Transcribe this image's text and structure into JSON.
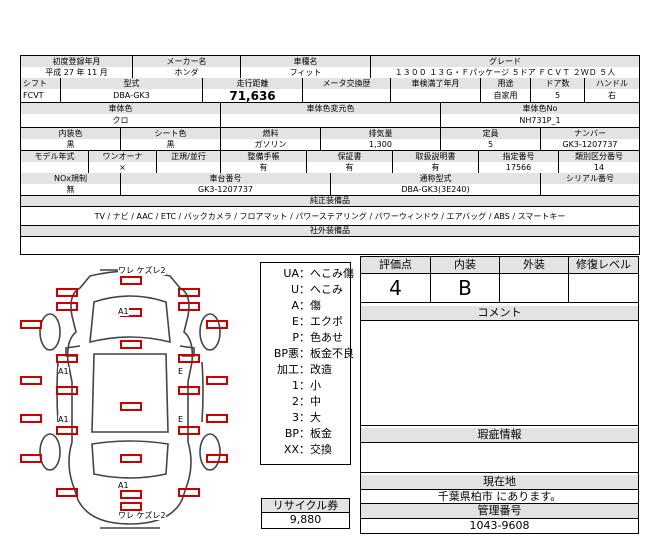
{
  "sheet": {
    "row1": {
      "labels": [
        "初度登録年月",
        "メーカー名",
        "車種名",
        "グレード"
      ],
      "values": [
        "平成 27 年 11 月",
        "ホンダ",
        "フィット",
        "１３００ １３Ｇ・Ｆパッケージ ５ドア ＦＣＶＴ ２ＷＤ ５人"
      ]
    },
    "row2": {
      "labels": [
        "シフト",
        "型式",
        "走行距離",
        "メータ交換歴",
        "車検満了年月",
        "用途",
        "ドア数",
        "ハンドル"
      ],
      "values": [
        "FCVT",
        "DBA-GK3",
        "71,636",
        "",
        "",
        "自家用",
        "5",
        "右"
      ]
    },
    "row3": {
      "labels": [
        "車体色",
        "車体色変元色",
        "車体色No"
      ],
      "values": [
        "クロ",
        "",
        "NH731P_1"
      ]
    },
    "row4": {
      "labels": [
        "内装色",
        "シート色",
        "燃料",
        "排気量",
        "定員",
        "ナンバー"
      ],
      "values": [
        "黒",
        "黒",
        "ガソリン",
        "1,300",
        "5",
        "GK3-1207737"
      ]
    },
    "row5": {
      "labels": [
        "モデル年式",
        "ワンオーナ",
        "正規/並行",
        "整備手帳",
        "保証書",
        "取扱説明書",
        "指定番号",
        "類別区分番号"
      ],
      "values": [
        "",
        "×",
        "",
        "有",
        "有",
        "有",
        "17566",
        "14"
      ]
    },
    "row6": {
      "labels": [
        "NOx規制",
        "車台番号",
        "通称型式",
        "シリアル番号"
      ],
      "values": [
        "無",
        "GK3-1207737",
        "DBA-GK3(3E240)",
        ""
      ]
    },
    "equip_label": "純正装備品",
    "equip_value": "TV / ナビ / AAC / ETC / バックカメラ / フロアマット / パワーステアリング / パワーウィンドウ / エアバッグ / ABS / スマートキー",
    "aftermarket_label": "社外装備品",
    "aftermarket_value": ""
  },
  "diagram": {
    "top_label": "ワレ ケズレ2",
    "bottom_label": "ワレ ケズレ2",
    "marks": [
      "A1",
      "A1",
      "E",
      "A1",
      "E",
      "A1"
    ]
  },
  "legend": [
    {
      "code": "UA",
      "desc": "へこみ傷"
    },
    {
      "code": "U",
      "desc": "へこみ"
    },
    {
      "code": "A",
      "desc": "傷"
    },
    {
      "code": "E",
      "desc": "エクボ"
    },
    {
      "code": "P",
      "desc": "色あせ"
    },
    {
      "code": "BP悪",
      "desc": "板金不良"
    },
    {
      "code": "加工",
      "desc": "改造"
    },
    {
      "code": "1",
      "desc": "小"
    },
    {
      "code": "2",
      "desc": "中"
    },
    {
      "code": "3",
      "desc": "大"
    },
    {
      "code": "BP",
      "desc": "板金"
    },
    {
      "code": "XX",
      "desc": "交換"
    }
  ],
  "recycle": {
    "label": "リサイクル券",
    "value": "9,880"
  },
  "grades": {
    "headers": [
      "評価点",
      "内装",
      "外装",
      "修復レベル"
    ],
    "values": [
      "4",
      "B",
      "",
      ""
    ]
  },
  "comment": {
    "label": "コメント",
    "value": ""
  },
  "defect": {
    "label": "瑕疵情報",
    "value": ""
  },
  "location": {
    "label": "現在地",
    "value": "千葉県柏市 にあります。"
  },
  "control": {
    "label": "管理番号",
    "value": "1043-9608"
  }
}
